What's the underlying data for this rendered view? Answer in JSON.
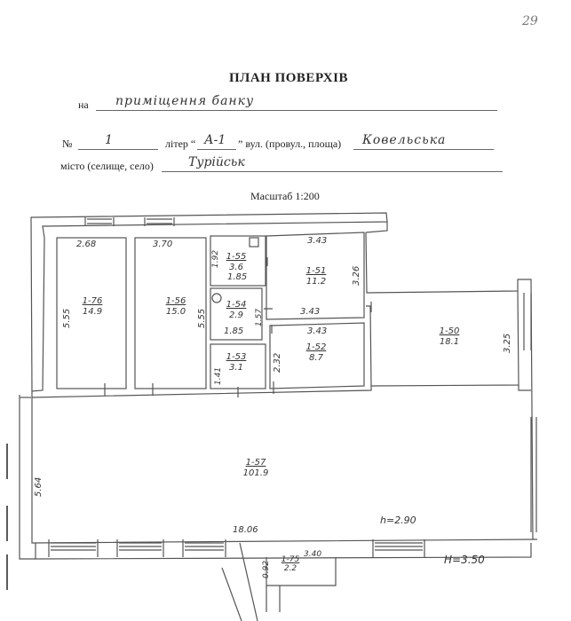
{
  "page_number": "29",
  "header": {
    "title": "ПЛАН ПОВЕРХІВ",
    "purpose_label": "на",
    "purpose_value": "приміщення банку",
    "number_label": "№",
    "number_value": "1",
    "litera_label": "літер “",
    "litera_value": "А-1",
    "street_label": "” вул. (провул., площа)",
    "street_value": "Ковельська",
    "city_label": "місто (селище, село)",
    "city_value": "Турійськ",
    "scale": "Масштаб 1:200"
  },
  "rooms": [
    {
      "id": "1-76",
      "area": "14.9"
    },
    {
      "id": "1-56",
      "area": "15.0"
    },
    {
      "id": "1-55",
      "area": "3.6"
    },
    {
      "id": "1-54",
      "area": "2.9"
    },
    {
      "id": "1-53",
      "area": "3.1"
    },
    {
      "id": "1-51",
      "area": "11.2"
    },
    {
      "id": "1-52",
      "area": "8.7"
    },
    {
      "id": "1-50",
      "area": "18.1"
    },
    {
      "id": "1-57",
      "area": "101.9"
    },
    {
      "id": "1-75",
      "area": "2.2"
    }
  ],
  "dimensions": {
    "d268": "2.68",
    "d370": "3.70",
    "d343a": "3.43",
    "d343b": "3.43",
    "d343c": "3.43",
    "d555a": "5.55",
    "d555b": "5.55",
    "d192": "1.92",
    "d185a": "1.85",
    "d185b": "1.85",
    "d141": "1.41",
    "d232": "2.32",
    "d326": "3.26",
    "d325": "3.25",
    "d564": "5.64",
    "d1806": "18.06",
    "d092": "0.92",
    "d340": "3.40",
    "d157": "1.57"
  },
  "heights": {
    "inner": "h=2.90",
    "outer": "H=3.50"
  }
}
